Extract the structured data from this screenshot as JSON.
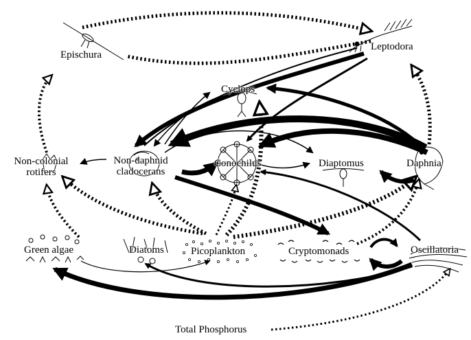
{
  "nodes": {
    "epischura": "Epischura",
    "leptodora": "Leptodora",
    "cyclops": "Cyclops",
    "non_colonial_rotifers_line1": "Non-colonial",
    "non_colonial_rotifers_line2": "rotifers",
    "non_daphnid_cladocerans_line1": "Non-daphnid",
    "non_daphnid_cladocerans_line2": "cladocerans",
    "conochilus": "Conochilus",
    "diaptomus": "Diaptomus",
    "daphnia": "Daphnia",
    "green_algae": "Green algae",
    "diatoms": "Diatoms",
    "picoplankton": "Picoplankton",
    "cryptomonads": "Cryptomonads",
    "oscillatoria": "Oscillatoria",
    "total_phosphorus": "Total Phosphorus"
  },
  "colors": {
    "ink": "#000000",
    "background": "#ffffff"
  }
}
